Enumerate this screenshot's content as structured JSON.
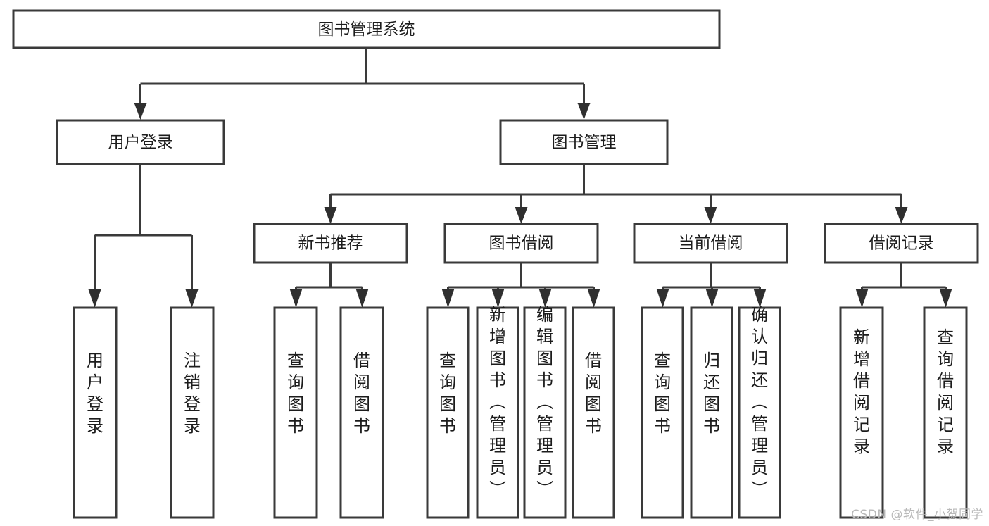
{
  "diagram": {
    "title": "图书管理系统",
    "type": "tree-hierarchy-chart",
    "orientation": "top-down",
    "colors": {
      "box_stroke": "#3a3a3a",
      "box_fill": "#ffffff",
      "connector": "#3a3a3a",
      "text": "#1c1c1c",
      "watermark": "#b9b9b9",
      "background": "#ffffff"
    },
    "root": {
      "label": "图书管理系统",
      "orientation": "horizontal"
    },
    "level2": [
      {
        "label": "用户登录",
        "orientation": "horizontal"
      },
      {
        "label": "图书管理",
        "orientation": "horizontal"
      }
    ],
    "level3": [
      {
        "label": "新书推荐",
        "orientation": "horizontal",
        "parent": "图书管理"
      },
      {
        "label": "图书借阅",
        "orientation": "horizontal",
        "parent": "图书管理"
      },
      {
        "label": "当前借阅",
        "orientation": "horizontal",
        "parent": "图书管理"
      },
      {
        "label": "借阅记录",
        "orientation": "horizontal",
        "parent": "图书管理"
      }
    ],
    "leaves": {
      "user_login": [
        {
          "label": "用户登录",
          "orientation": "vertical"
        },
        {
          "label": "注销登录",
          "orientation": "vertical"
        }
      ],
      "new_book_recommend": [
        {
          "label": "查询图书",
          "orientation": "vertical"
        },
        {
          "label": "借阅图书",
          "orientation": "vertical"
        }
      ],
      "book_borrow": [
        {
          "label": "查询图书",
          "orientation": "vertical"
        },
        {
          "label": "新增图书（管理员）",
          "orientation": "vertical"
        },
        {
          "label": "编辑图书（管理员）",
          "orientation": "vertical"
        },
        {
          "label": "借阅图书",
          "orientation": "vertical"
        }
      ],
      "current_borrow": [
        {
          "label": "查询图书",
          "orientation": "vertical"
        },
        {
          "label": "归还图书",
          "orientation": "vertical"
        },
        {
          "label": "确认归还（管理员）",
          "orientation": "vertical"
        }
      ],
      "borrow_record": [
        {
          "label": "新增借阅记录",
          "orientation": "vertical"
        },
        {
          "label": "查询借阅记录",
          "orientation": "vertical"
        }
      ]
    },
    "watermark": "CSDN @软件_小贺同学"
  }
}
